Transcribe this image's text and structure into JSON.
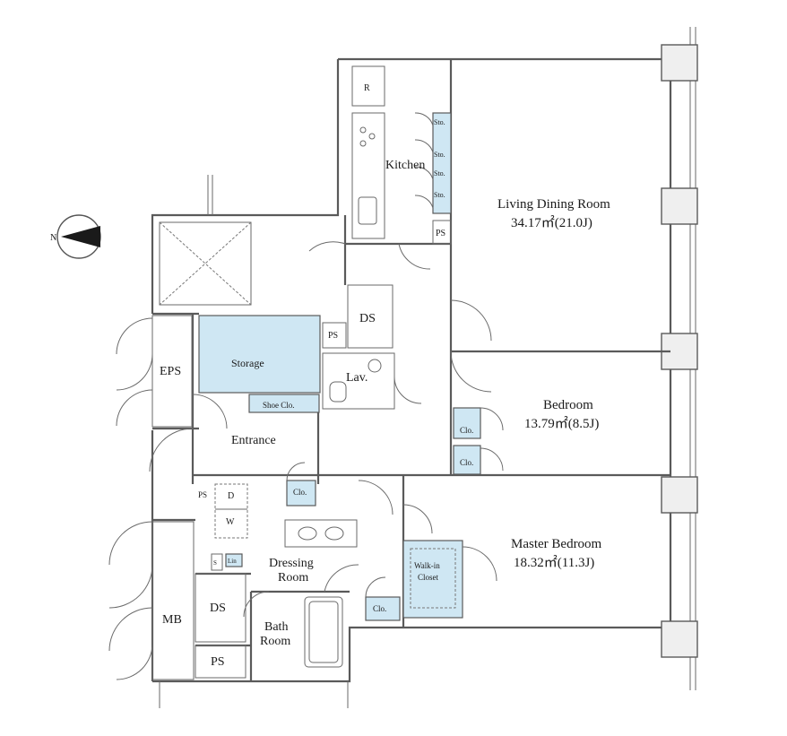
{
  "rooms": {
    "r": "R",
    "kitchen": "Kitchen",
    "sto1": "Sto.",
    "sto2": "Sto.",
    "sto3": "Sto.",
    "sto4": "Sto.",
    "ps_kitchen": "PS",
    "living_name": "Living Dining Room",
    "living_area": "34.17㎡(21.0J)",
    "ds_upper": "DS",
    "ps_upper": "PS",
    "eps": "EPS",
    "storage": "Storage",
    "lav": "Lav.",
    "shoe": "Shoe Clo.",
    "bedroom_name": "Bedroom",
    "bedroom_area": "13.79㎡(8.5J)",
    "clo_bed1": "Clo.",
    "clo_bed2": "Clo.",
    "entrance": "Entrance",
    "clo_entrance": "Clo.",
    "ps_left": "PS",
    "d": "D",
    "w": "W",
    "s": "S",
    "lin": "Lin",
    "dressing1": "Dressing",
    "dressing2": "Room",
    "master_name": "Master Bedroom",
    "master_area": "18.32㎡(11.3J)",
    "walkin1": "Walk-in",
    "walkin2": "Closet",
    "clo_master": "Clo.",
    "mb": "MB",
    "ds_lower": "DS",
    "ps_lower": "PS",
    "bath1": "Bath",
    "bath2": "Room"
  },
  "compass": {
    "label": "N"
  },
  "colors": {
    "closet_fill": "#cfe7f3",
    "wall": "#5a5a5a"
  }
}
